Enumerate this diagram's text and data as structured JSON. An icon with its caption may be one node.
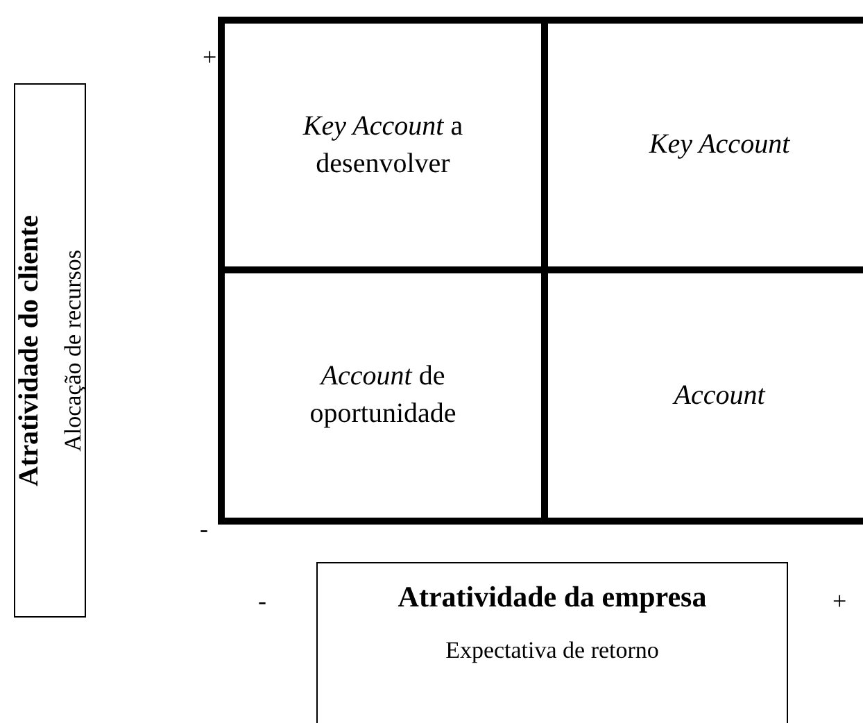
{
  "diagram": {
    "nodes": [
      {
        "text": [],
        "shape": "box"
      },
      {
        "text": [
          "*Key Account* a desenvolver"
        ],
        "in": 0
      },
      {
        "text": [
          "*Key Account*"
        ],
        "in": 0
      },
      {
        "text": [
          "*Account* de oportunidade"
        ],
        "in": 0
      },
      {
        "text": [
          "*Account*"
        ],
        "in": 0
      },
      {
        "text": [
          "Atratividade do cliente",
          "Alocação de recursos"
        ]
      },
      {
        "text": [
          "Atratividade da empresa",
          "Expectativa de retorno"
        ]
      }
    ],
    "edges": [],
    "labels": [
      "+",
      "-",
      "-",
      "+"
    ]
  }
}
